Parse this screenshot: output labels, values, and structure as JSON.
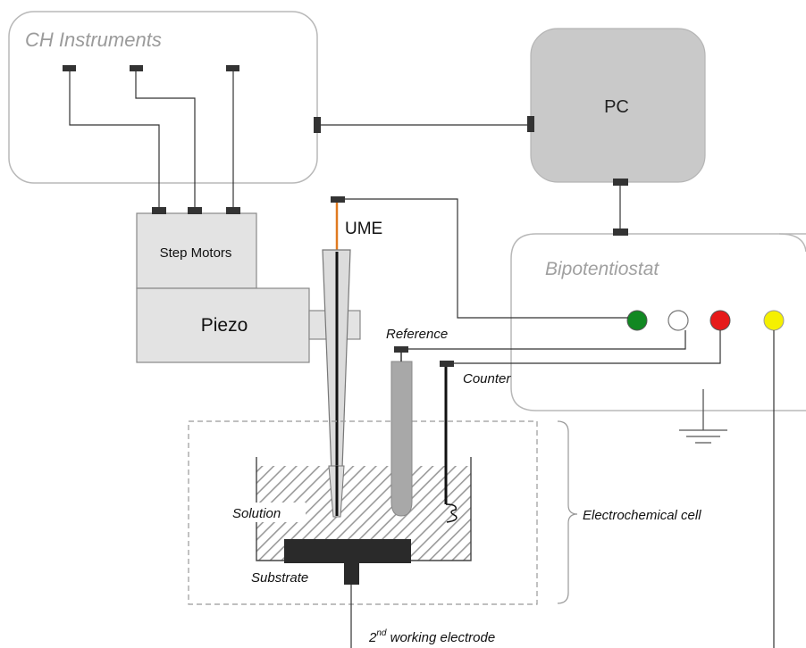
{
  "boxes": {
    "ch_instruments": "CH Instruments",
    "pc": "PC",
    "bipotentiostat": "Bipotentiostat",
    "step_motors": "Step Motors",
    "piezo": "Piezo"
  },
  "electrodes": {
    "ume": "UME",
    "reference": "Reference",
    "counter": "Counter"
  },
  "cell": {
    "solution": "Solution",
    "substrate": "Substrate",
    "electrochemical_cell": "Electrochemical cell",
    "second_we_prefix": "2",
    "second_we_sup": "nd",
    "second_we_suffix": " working electrode"
  },
  "colors": {
    "box_outline": "#b0b0b0",
    "box_fill_gray": "#e0e0e0",
    "pc_fill": "#c8c8c8",
    "wire": "#222222",
    "connector": "#333333",
    "ume_wire": "#e07a20",
    "terminal_green": "#118822",
    "terminal_white": "#ffffff",
    "terminal_red": "#e61a1a",
    "terminal_yellow": "#f5f000",
    "hatch": "#999999",
    "substrate": "#2a2a2a",
    "reference_body": "#a8a8a8",
    "label_gray": "#999999"
  }
}
